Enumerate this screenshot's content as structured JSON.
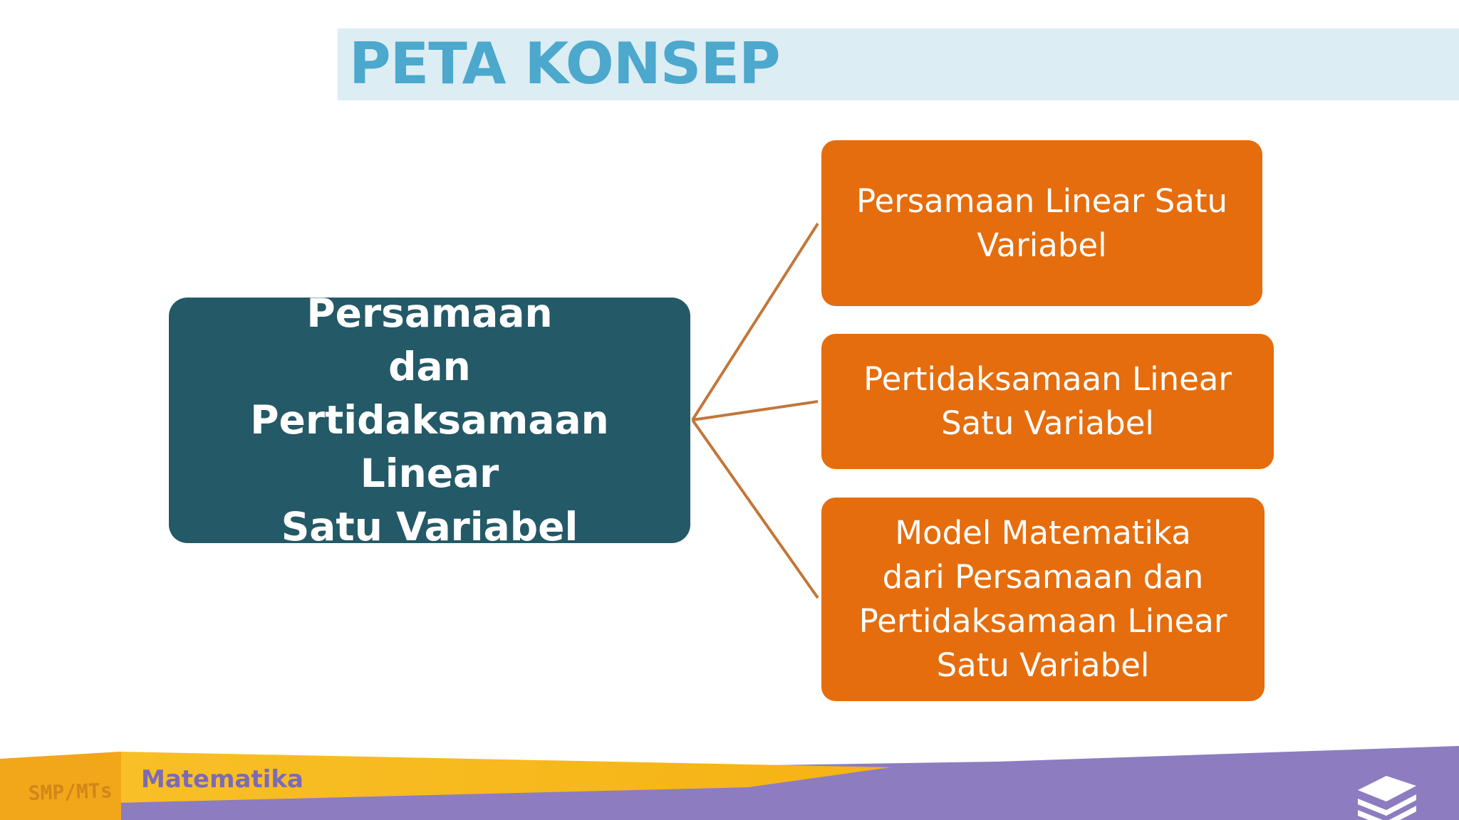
{
  "slide": {
    "title": "PETA KONSEP"
  },
  "diagram": {
    "central": {
      "label": "Persamaan\ndan\nPertidaksamaan Linear\nSatu Variabel"
    },
    "branches": [
      {
        "label": "Persamaan Linear Satu\nVariabel"
      },
      {
        "label": "Pertidaksamaan Linear\nSatu Variabel"
      },
      {
        "label": "Model Matematika\ndari Persamaan dan\nPertidaksamaan Linear\nSatu Variabel"
      }
    ]
  },
  "footer": {
    "level": "SMP/MTs",
    "subject": "Matematika",
    "logo_icon": "book-stack-icon"
  },
  "colors": {
    "title": "#4ca8cc",
    "title_band": "#dcedf4",
    "central_box": "#245967",
    "branch_box": "#e56d0d",
    "connector": "#c27739",
    "footer_yellow": "#f6b314",
    "footer_purple": "#8d7cc0"
  }
}
